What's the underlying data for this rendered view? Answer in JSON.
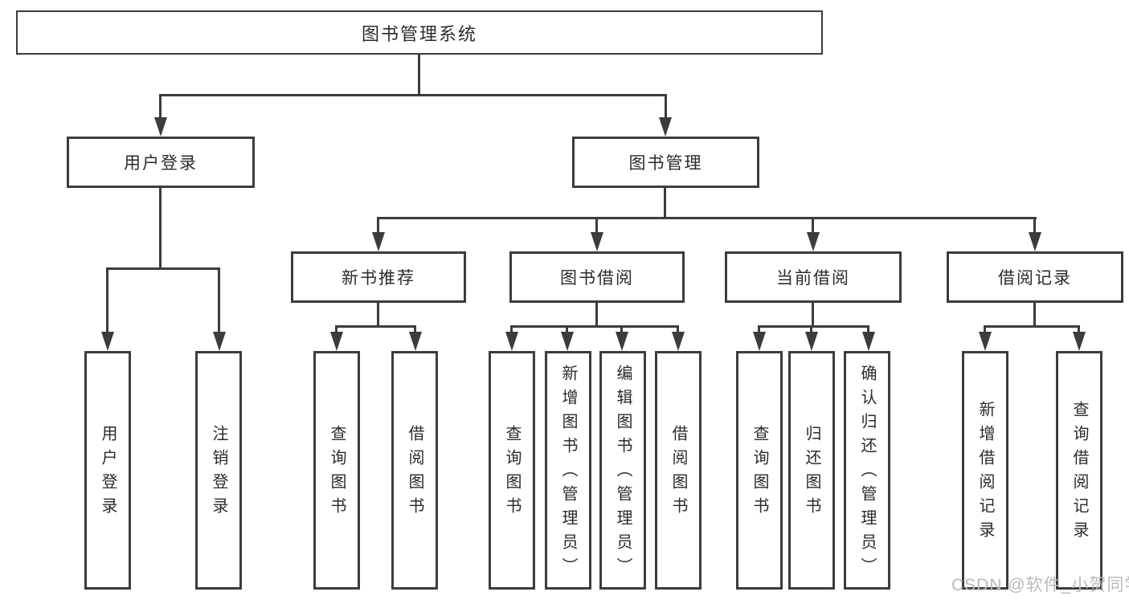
{
  "colors": {
    "line": "#3c3c3c",
    "text": "#2b2b2b",
    "watermark": "#b9b9b9",
    "background": "#ffffff"
  },
  "nodes": {
    "root": "图书管理系统",
    "level2": [
      "用户登录",
      "图书管理"
    ],
    "level3": [
      "新书推荐",
      "图书借阅",
      "当前借阅",
      "借阅记录"
    ],
    "leaves": {
      "user": [
        "用户登录",
        "注销登录"
      ],
      "newbook": [
        "查询图书",
        "借阅图书"
      ],
      "borrow": [
        "查询图书",
        "新增图书（管理员）",
        "编辑图书（管理员）",
        "借阅图书"
      ],
      "current": [
        "查询图书",
        "归还图书",
        "确认归还（管理员）"
      ],
      "records": [
        "新增借阅记录",
        "查询借阅记录"
      ]
    }
  },
  "watermark": {
    "text": "CSDN @软件_小贺同学"
  }
}
